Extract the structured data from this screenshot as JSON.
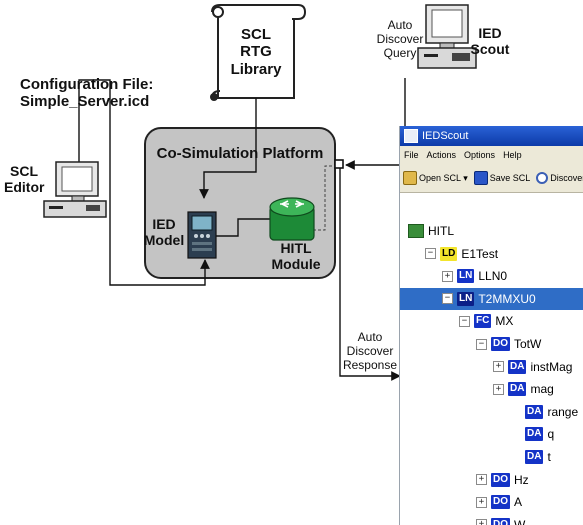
{
  "diagram": {
    "scl_library": {
      "line1": "SCL",
      "line2": "RTG",
      "line3": "Library"
    },
    "config_file": {
      "line1": "Configuration File:",
      "line2": "Simple_Server.icd"
    },
    "scl_editor": {
      "line1": "SCL",
      "line2": "Editor"
    },
    "platform": {
      "title": "Co-Simulation Platform"
    },
    "ied_model": {
      "line1": "IED",
      "line2": "Model"
    },
    "hitl_module": {
      "line1": "HITL",
      "line2": "Module"
    },
    "auto_discover_query": {
      "line1": "Auto",
      "line2": "Discover",
      "line3": "Query"
    },
    "ied_scout": {
      "line1": "IED",
      "line2": "Scout"
    },
    "auto_discover_response": {
      "line1": "Auto",
      "line2": "Discover",
      "line3": "Response"
    }
  },
  "iedscout_window": {
    "title": "IEDScout",
    "menu": [
      "File",
      "Actions",
      "Options",
      "Help"
    ],
    "toolbar": [
      "Open SCL ▾",
      "Save SCL",
      "Discover ▾"
    ],
    "tree": [
      {
        "indent": 0,
        "toggle": "",
        "badge": "",
        "label": "HITL",
        "icon": "hitl"
      },
      {
        "indent": 1,
        "toggle": "−",
        "badge": "LD",
        "label": "E1Test"
      },
      {
        "indent": 2,
        "toggle": "+",
        "badge": "LN",
        "label": "LLN0"
      },
      {
        "indent": 2,
        "toggle": "−",
        "badge": "LN",
        "label": "T2MMXU0",
        "selected": true
      },
      {
        "indent": 3,
        "toggle": "−",
        "badge": "FC",
        "label": "MX"
      },
      {
        "indent": 4,
        "toggle": "−",
        "badge": "DO",
        "label": "TotW"
      },
      {
        "indent": 5,
        "toggle": "+",
        "badge": "DA",
        "label": "instMag"
      },
      {
        "indent": 5,
        "toggle": "+",
        "badge": "DA",
        "label": "mag"
      },
      {
        "indent": 6,
        "toggle": "",
        "badge": "DA",
        "label": "range"
      },
      {
        "indent": 6,
        "toggle": "",
        "badge": "DA",
        "label": "q"
      },
      {
        "indent": 6,
        "toggle": "",
        "badge": "DA",
        "label": "t"
      },
      {
        "indent": 4,
        "toggle": "+",
        "badge": "DO",
        "label": "Hz"
      },
      {
        "indent": 4,
        "toggle": "+",
        "badge": "DO",
        "label": "A"
      },
      {
        "indent": 4,
        "toggle": "+",
        "badge": "DO",
        "label": "W"
      }
    ]
  },
  "colors": {
    "platform_fill": "#c4c4c4",
    "badge_blue": "#1433c7",
    "badge_yellow": "#f3e52c",
    "selection": "#2f6dc6",
    "titlebar": "#0c3aa8"
  }
}
